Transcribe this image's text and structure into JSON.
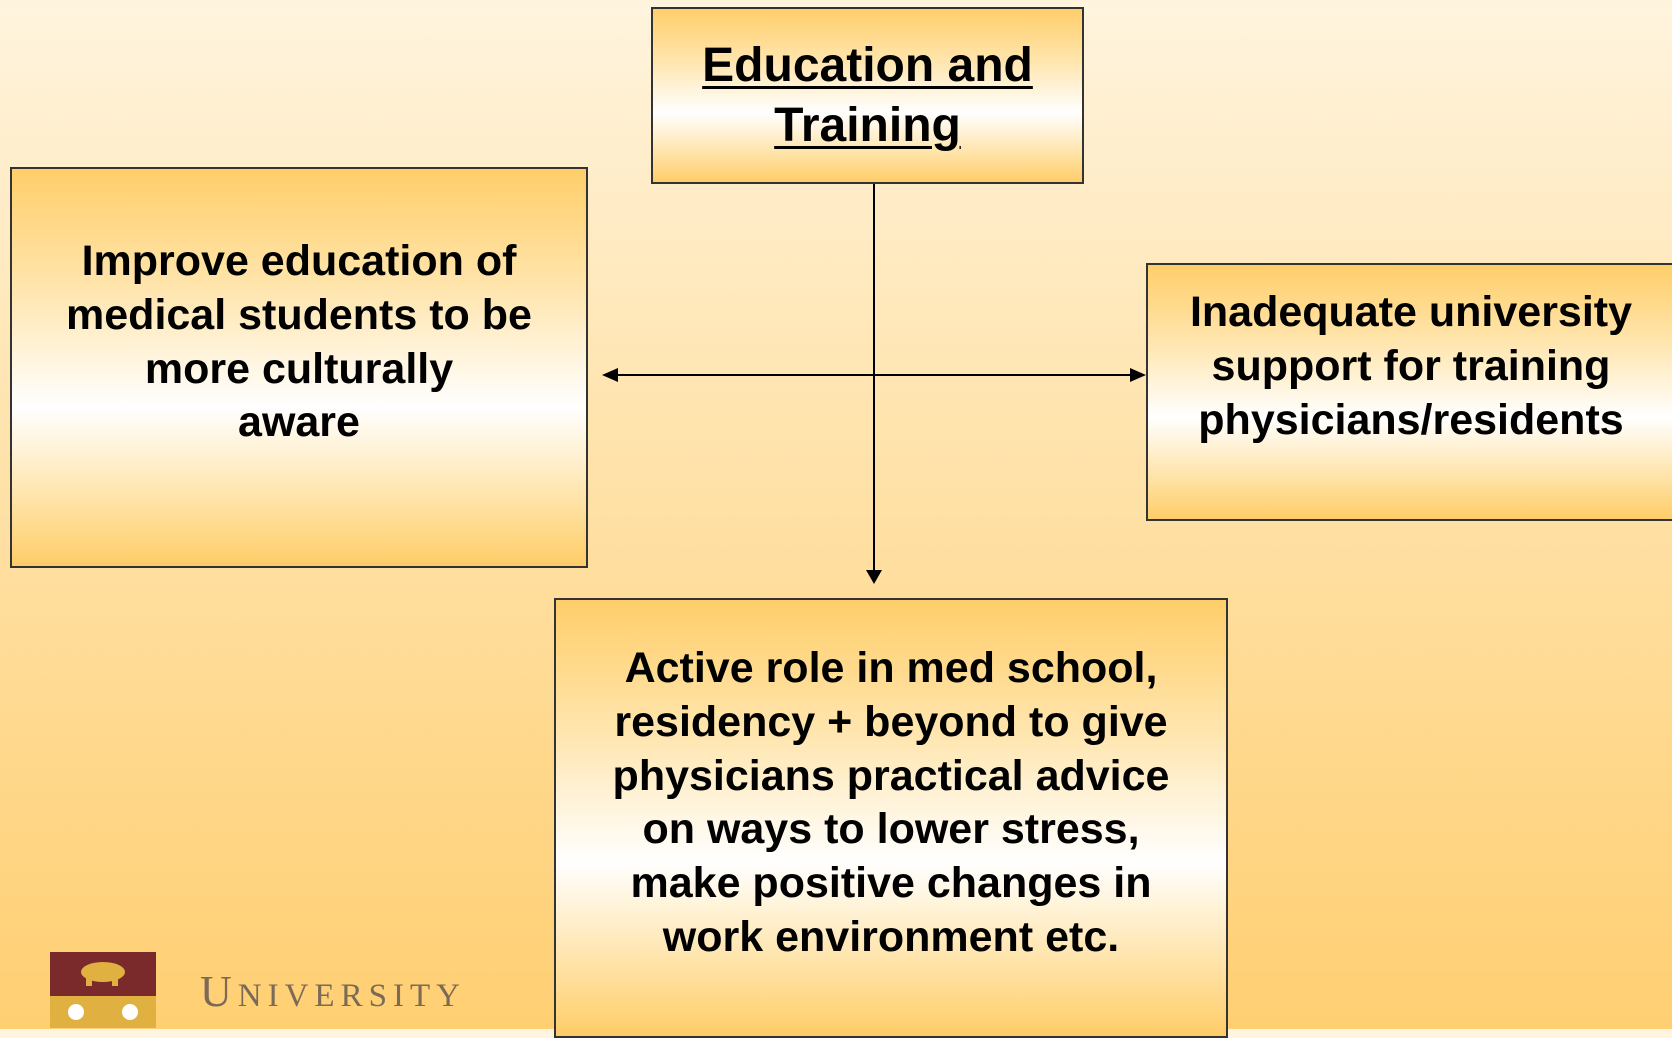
{
  "diagram": {
    "top_node": "Education and\nTraining",
    "left_node": "Improve education of\nmedical students to be\nmore culturally\naware",
    "right_node": "Inadequate university\nsupport for training\nphysicians/residents",
    "bottom_node": "Active role in med school,\nresidency + beyond to give\nphysicians practical advice\non ways to lower stress,\nmake positive changes in\nwork environment etc."
  },
  "footer": {
    "wordmark_first": "U",
    "wordmark_rest": "NIVERSITY"
  },
  "colors": {
    "background": "#ffd98f",
    "box_border": "#333333",
    "connector": "#000000",
    "logo_maroon": "#7a2a2a",
    "logo_gold": "#e0b040"
  },
  "icons": {
    "logo": "university-crest-icon"
  }
}
